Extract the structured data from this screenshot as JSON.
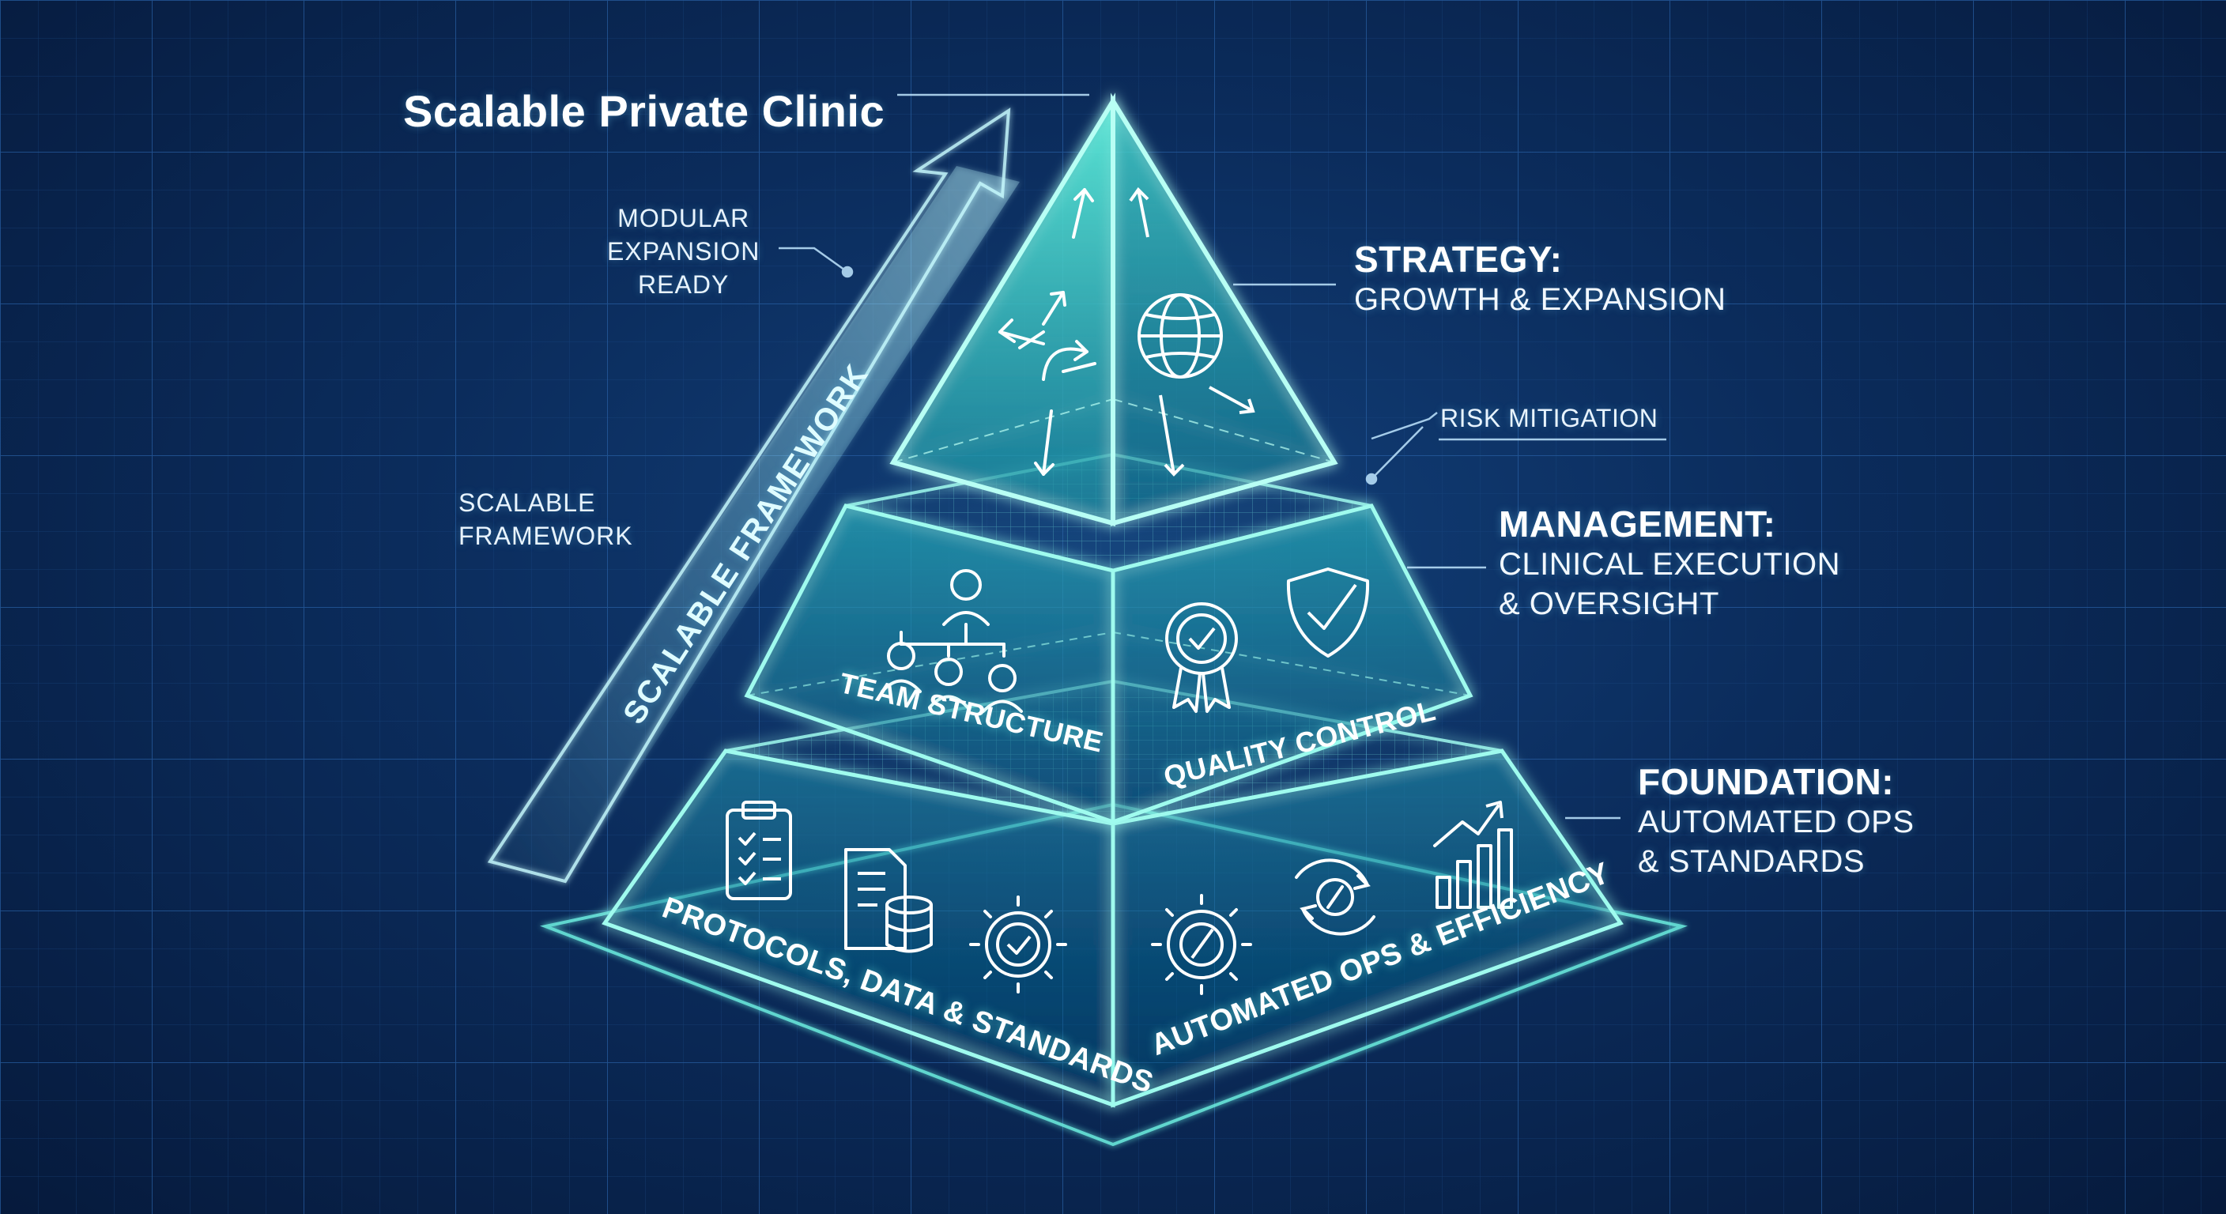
{
  "title": "Scalable Private Clinic",
  "side_labels": {
    "modular": [
      "MODULAR",
      "EXPANSION",
      "READY"
    ],
    "scalable": [
      "SCALABLE",
      "FRAMEWORK"
    ],
    "arrow_text": "SCALABLE FRAMEWORK",
    "risk": "RISK MITIGATION"
  },
  "tiers": {
    "strategy": {
      "heading": "STRATEGY:",
      "lines": [
        "GROWTH & EXPANSION"
      ]
    },
    "management": {
      "heading": "MANAGEMENT:",
      "lines": [
        "CLINICAL EXECUTION",
        "& OVERSIGHT"
      ]
    },
    "foundation": {
      "heading": "FOUNDATION:",
      "lines": [
        "AUTOMATED OPS",
        "& STANDARDS"
      ]
    }
  },
  "faces": {
    "team": "TEAM STRUCTURE",
    "quality": "QUALITY CONTROL",
    "protocols": "PROTOCOLS, DATA & STANDARDS",
    "automated": "AUTOMATED OPS & EFFICIENCY"
  },
  "icons": [
    "directional-arrows-icon",
    "globe-icon",
    "org-chart-icon",
    "award-ribbon-icon",
    "shield-check-icon",
    "clipboard-checklist-icon",
    "document-database-icon",
    "gear-check-icon",
    "gear-compass-icon",
    "refresh-compass-icon",
    "bar-chart-growth-icon"
  ],
  "colors": {
    "background": "#0b2c5c",
    "glow": "#6ff5e4",
    "line": "#9ffbee",
    "grid": "#1d4f8f"
  }
}
